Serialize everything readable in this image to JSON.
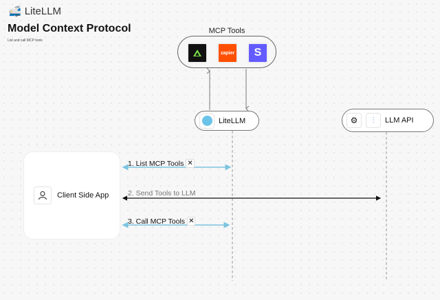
{
  "brand": {
    "name": "LiteLLM"
  },
  "title": "Model Context Protocol",
  "subtitle": "List and call MCP tools",
  "mcp_tools": {
    "label": "MCP Tools",
    "tools": [
      {
        "name": "tool-a",
        "color": "#111111"
      },
      {
        "name": "zapier",
        "text": "zapier",
        "color": "#ff4f00"
      },
      {
        "name": "stripe",
        "text": "S",
        "color": "#635bff"
      }
    ]
  },
  "litellm_node": {
    "label": "LiteLLM"
  },
  "llm_api_node": {
    "label": "LLM API"
  },
  "client": {
    "label": "Client Side App"
  },
  "steps": [
    {
      "label": "1. List MCP Tools"
    },
    {
      "label": "2. Send Tools to LLM"
    },
    {
      "label": "3. Call MCP Tools"
    }
  ],
  "colors": {
    "blue_arrow": "#7cc4e0",
    "black_arrow": "#111111"
  }
}
